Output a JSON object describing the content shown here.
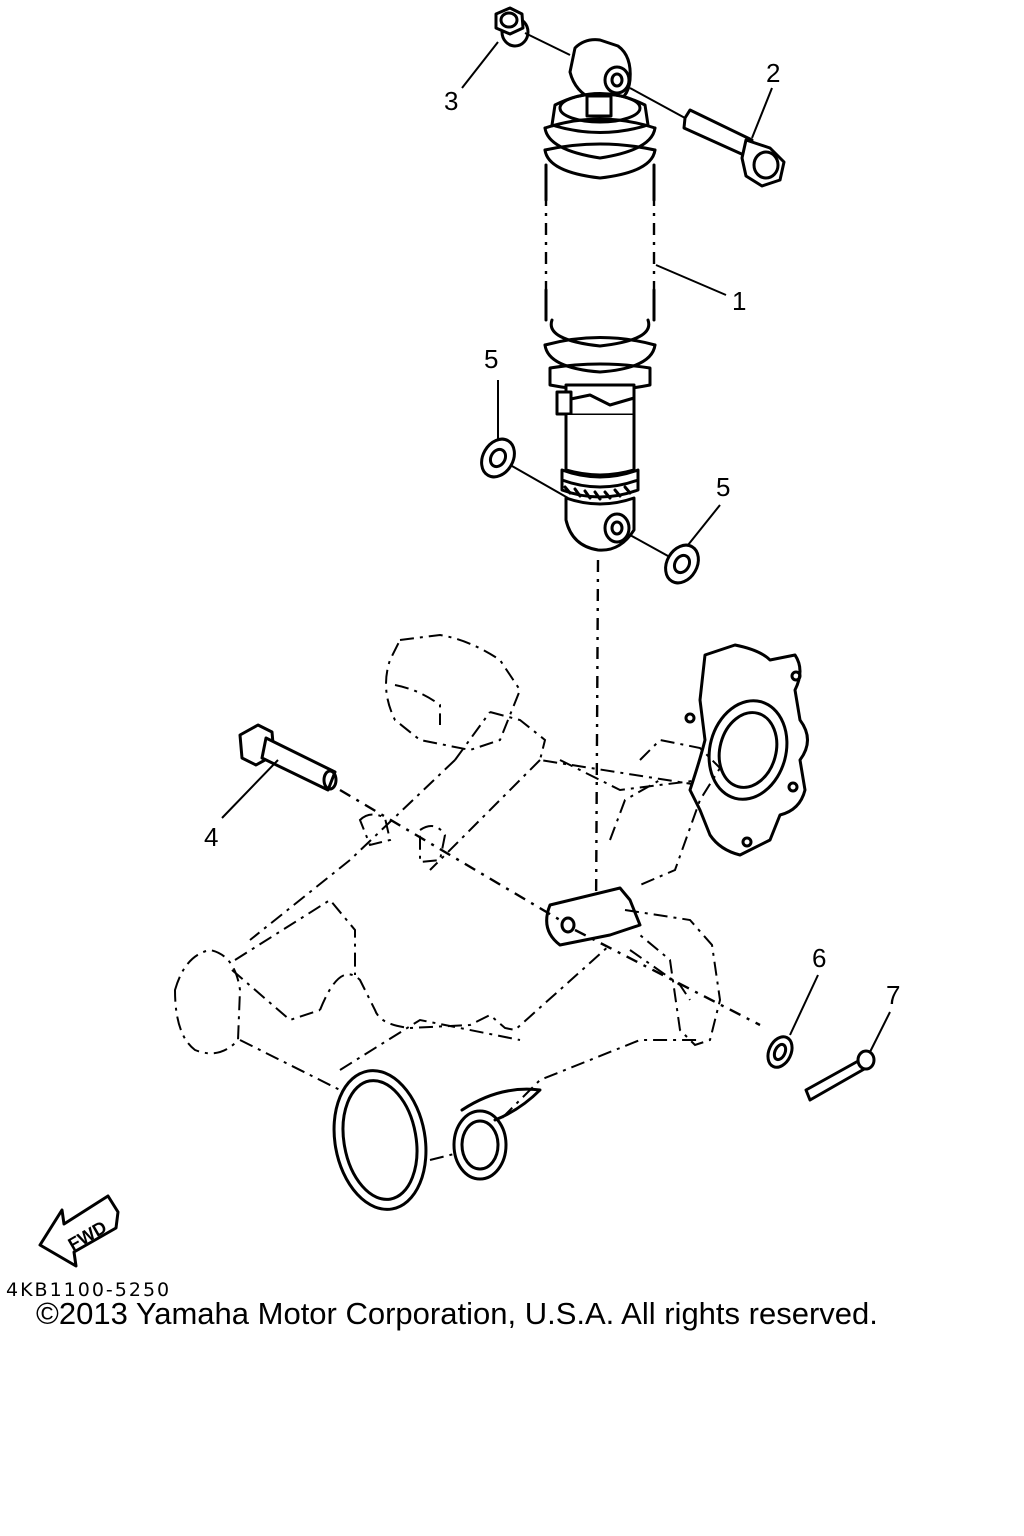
{
  "diagram": {
    "callouts": [
      {
        "id": "c1",
        "label": "1"
      },
      {
        "id": "c2",
        "label": "2"
      },
      {
        "id": "c3",
        "label": "3"
      },
      {
        "id": "c4",
        "label": "4"
      },
      {
        "id": "c5a",
        "label": "5"
      },
      {
        "id": "c5b",
        "label": "5"
      },
      {
        "id": "c6",
        "label": "6"
      },
      {
        "id": "c7",
        "label": "7"
      }
    ],
    "fwd_label": "FWD",
    "code": "4KB1100-5250"
  },
  "footer": {
    "copyright": "©2013 Yamaha Motor Corporation, U.S.A. All rights reserved."
  }
}
